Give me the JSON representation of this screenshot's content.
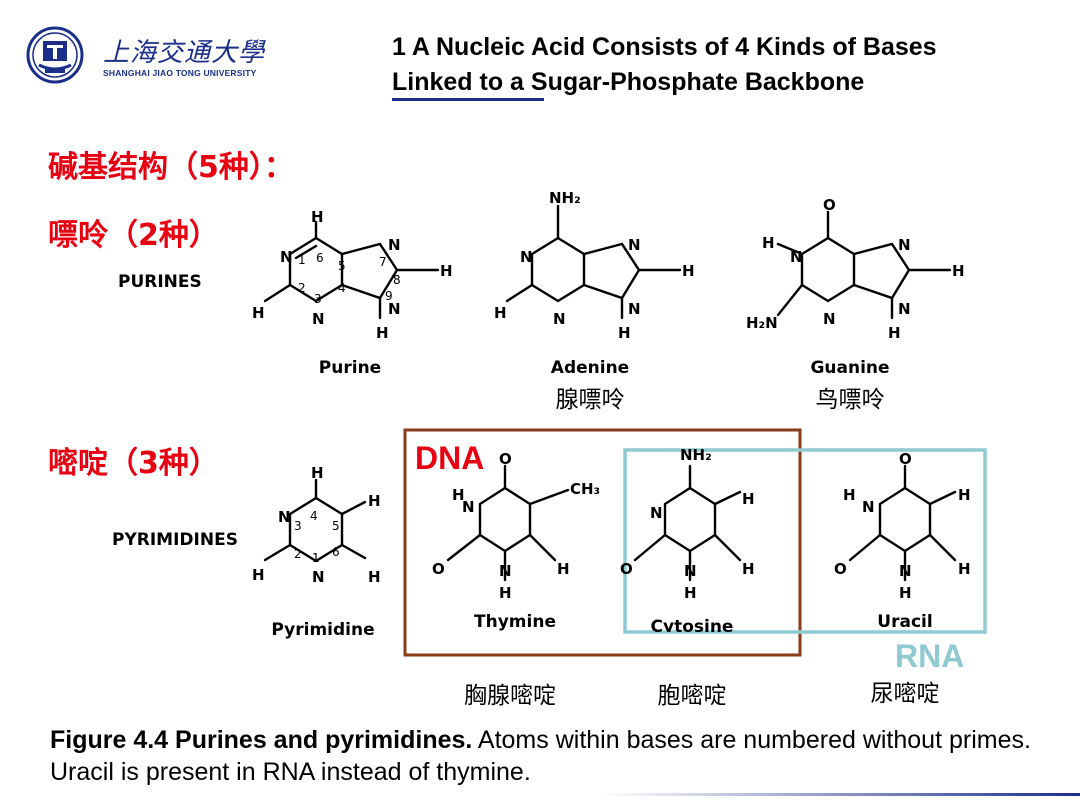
{
  "header": {
    "university_cn": "上海交通大學",
    "university_en": "SHANGHAI JIAO TONG UNIVERSITY",
    "title_line1": "1  A Nucleic Acid Consists of 4 Kinds of Bases",
    "title_line2": "Linked to a Sugar-Phosphate Backbone"
  },
  "headings": {
    "main": "碱基结构（5种）：",
    "purine": "嘌呤（2种）",
    "pyrimidine": "嘧啶（3种）"
  },
  "row_labels": {
    "purines": "PURINES",
    "pyrimidines": "PYRIMIDINES"
  },
  "structures": {
    "purine": "Purine",
    "adenine": "Adenine",
    "guanine": "Guanine",
    "pyrimidine": "Pyrimidine",
    "thymine": "Thymine",
    "cytosine": "Cytosine",
    "uracil": "Uracil"
  },
  "cn_names": {
    "adenine": "腺嘌呤",
    "guanine": "鸟嘌呤",
    "thymine": "胸腺嘧啶",
    "cytosine": "胞嘧啶",
    "uracil": "尿嘧啶"
  },
  "boxes": {
    "dna": "DNA",
    "rna": "RNA"
  },
  "atoms": {
    "H": "H",
    "N": "N",
    "O": "O",
    "NH2": "NH₂",
    "H2N": "H₂N",
    "CH3": "CH₃",
    "n1": "1",
    "n2": "2",
    "n3": "3",
    "n4": "4",
    "n5": "5",
    "n6": "6",
    "n7": "7",
    "n8": "8",
    "n9": "9"
  },
  "caption": {
    "bold": "Figure 4.4 Purines and pyrimidines.",
    "text": "  Atoms within bases are numbered without primes. Uracil is present in RNA instead of thymine."
  },
  "colors": {
    "heading_red": "#e60012",
    "dna_box": "#8b3a1a",
    "rna_box": "#8ecad0",
    "header_rule": "#1a2e8a"
  }
}
